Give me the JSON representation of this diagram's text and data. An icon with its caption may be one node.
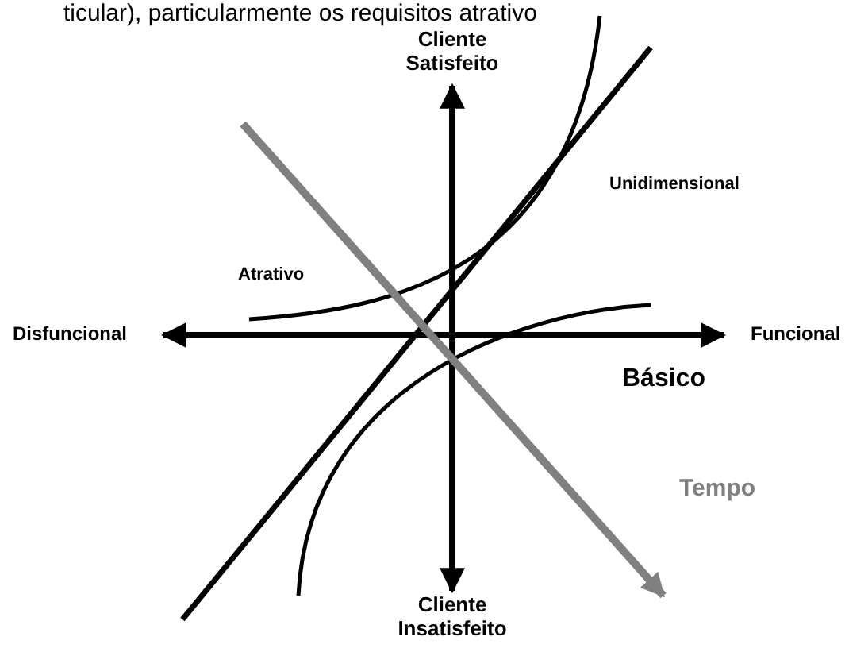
{
  "diagram": {
    "labels": [
      "ticular), particularmente os requisitos atrativo",
      "Cliente Satisfeito",
      "Unidimensional",
      "Atrativo",
      "Disfuncional",
      "Funcional",
      "Básico",
      "Tempo",
      "Cliente Insatisfeito"
    ]
  }
}
